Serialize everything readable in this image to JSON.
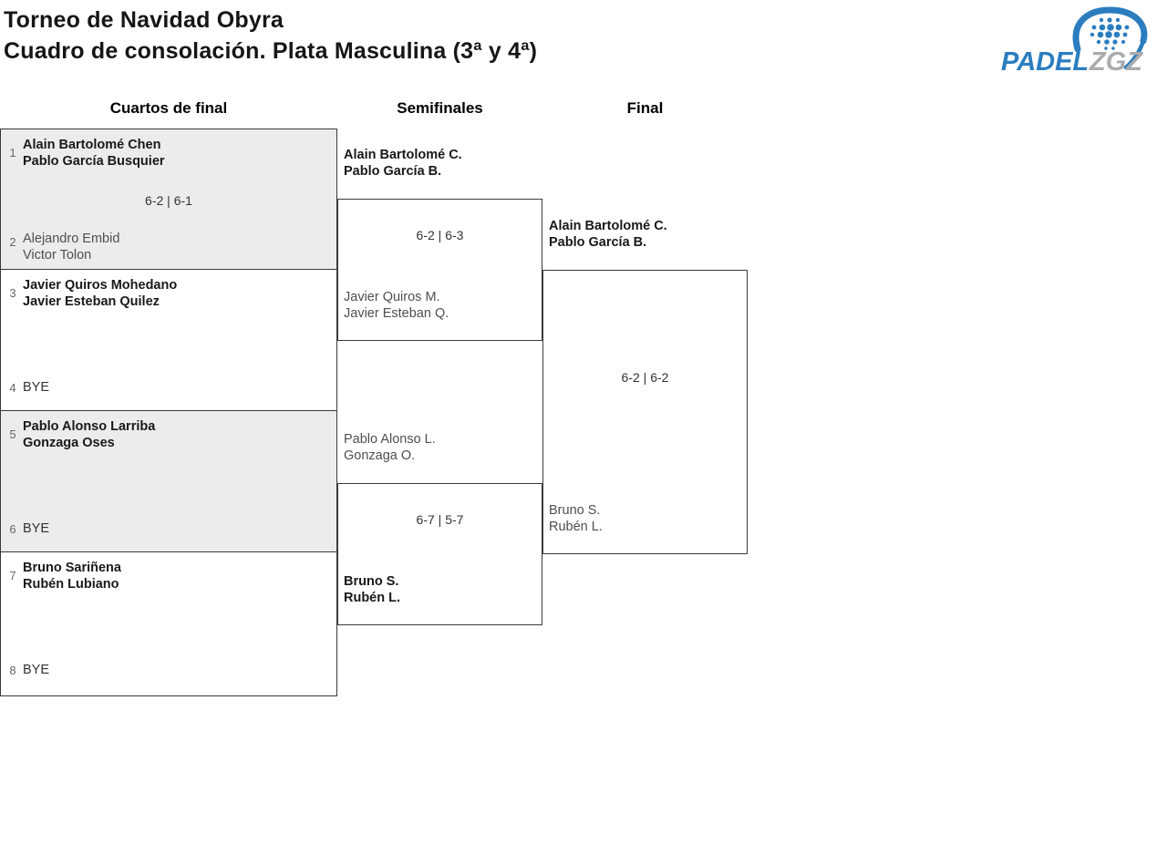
{
  "page": {
    "title_line1": "Torneo de Navidad Obyra",
    "title_line2": "Cuadro de consolación. Plata Masculina (3ª y 4ª)"
  },
  "logo": {
    "brand_primary": "PADEL",
    "brand_secondary": "ZGZ",
    "colors": {
      "blue": "#2b7dc0",
      "gray": "#a9abae"
    }
  },
  "columns": {
    "quarterfinals": "Cuartos de final",
    "semifinals": "Semifinales",
    "final": "Final"
  },
  "bracket": {
    "quarterfinals": [
      {
        "seed_top": "1",
        "team_top_line1": "Alain Bartolomé Chen",
        "team_top_line2": "Pablo García Busquier",
        "score": "6-2 | 6-1",
        "seed_bottom": "2",
        "team_bottom_line1": "Alejandro Embid",
        "team_bottom_line2": "Victor Tolon"
      },
      {
        "seed_top": "3",
        "team_top_line1": "Javier Quiros Mohedano",
        "team_top_line2": "Javier Esteban Quilez",
        "score": "",
        "seed_bottom": "4",
        "bye": "BYE"
      },
      {
        "seed_top": "5",
        "team_top_line1": "Pablo Alonso Larriba",
        "team_top_line2": "Gonzaga Oses",
        "score": "",
        "seed_bottom": "6",
        "bye": "BYE"
      },
      {
        "seed_top": "7",
        "team_top_line1": "Bruno Sariñena",
        "team_top_line2": "Rubén Lubiano",
        "score": "",
        "seed_bottom": "8",
        "bye": "BYE"
      }
    ],
    "semifinals": [
      {
        "team_top_line1": "Alain Bartolomé C.",
        "team_top_line2": "Pablo García B.",
        "score": "6-2 | 6-3",
        "team_bottom_line1": "Javier Quiros M.",
        "team_bottom_line2": "Javier Esteban Q."
      },
      {
        "team_top_line1": "Pablo Alonso L.",
        "team_top_line2": "Gonzaga O.",
        "score": "6-7 | 5-7",
        "team_bottom_line1": "Bruno S.",
        "team_bottom_line2": "Rubén L."
      }
    ],
    "final": {
      "team_top_line1": "Alain Bartolomé C.",
      "team_top_line2": "Pablo García B.",
      "score": "6-2 | 6-2",
      "team_bottom_line1": "Bruno S.",
      "team_bottom_line2": "Rubén L."
    }
  }
}
